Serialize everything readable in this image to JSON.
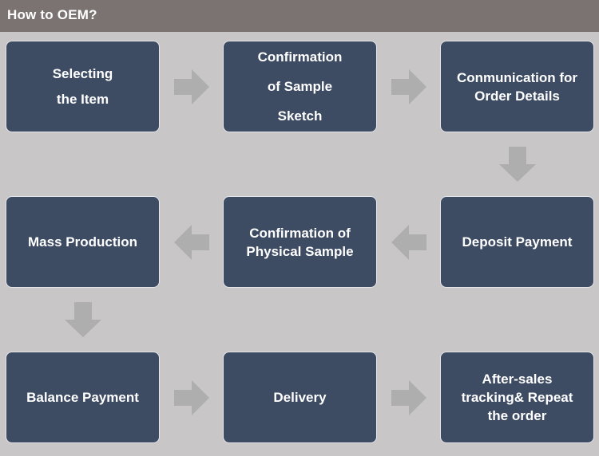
{
  "header": {
    "title": "How to OEM?"
  },
  "steps": [
    {
      "label": "Selecting\nthe Item"
    },
    {
      "label": "Confirmation\nof Sample\nSketch"
    },
    {
      "label": "Conmunication for\nOrder Details"
    },
    {
      "label": "Deposit Payment"
    },
    {
      "label": "Confirmation  of\nPhysical Sample"
    },
    {
      "label": "Mass Production"
    },
    {
      "label": "Balance Payment"
    },
    {
      "label": "Delivery"
    },
    {
      "label": "After-sales\ntracking& Repeat\nthe order"
    }
  ],
  "colors": {
    "background": "#c8c6c6",
    "header": "#7a7372",
    "box": "#3d4b63",
    "arrow": "#aeaeae"
  }
}
